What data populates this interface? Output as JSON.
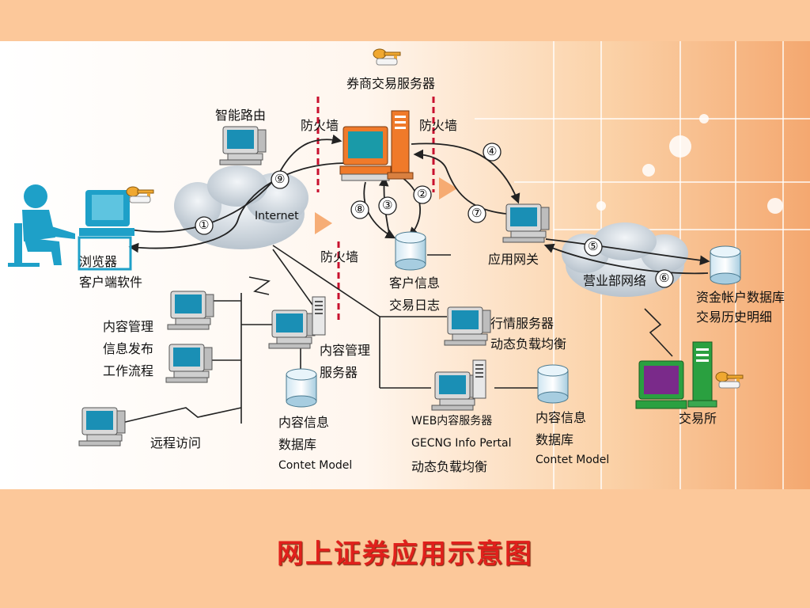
{
  "caption": "网上证券应用示意图",
  "labels": {
    "broker_server": "券商交易服务器",
    "smart_router": "智能路由",
    "firewall_1": "防火墙",
    "firewall_2": "防火墙",
    "firewall_3": "防火墙",
    "internet": "Internet",
    "browser": "浏览器",
    "client_software": "客户端软件",
    "customer_info": "客户信息",
    "trade_log": "交易日志",
    "app_gateway": "应用网关",
    "branch_network": "营业部网络",
    "fund_db": "资金帐户数据库",
    "trade_history": "交易历史明细",
    "content_mgmt": "内容管理",
    "info_publish": "信息发布",
    "workflow": "工作流程",
    "remote_access": "远程访问",
    "content_server_1": "内容管理",
    "content_server_2": "服务器",
    "content_db_1": "内容信息",
    "content_db_2": "数据库",
    "content_db_3": "Contet Model",
    "quote_server": "行情服务器",
    "quote_balance": "动态负载均衡",
    "web_server": "WEB内容服务器",
    "gecng": "GECNG Info Pertal",
    "web_balance": "动态负载均衡",
    "content2_db_1": "内容信息",
    "content2_db_2": "数据库",
    "content2_db_3": "Contet Model",
    "exchange": "交易所"
  },
  "steps": [
    "①",
    "②",
    "③",
    "④",
    "⑤",
    "⑥",
    "⑦",
    "⑧",
    "⑨"
  ],
  "colors": {
    "accent": "#e0201c",
    "monitor": "#1a8fb5",
    "tower": "#f07a2a",
    "cloud": "#c9d3dc",
    "person": "#1ea0c8",
    "firewall": "#c8102e",
    "exchange_monitor": "#7a2a8a",
    "exchange_tower": "#2aa040"
  }
}
